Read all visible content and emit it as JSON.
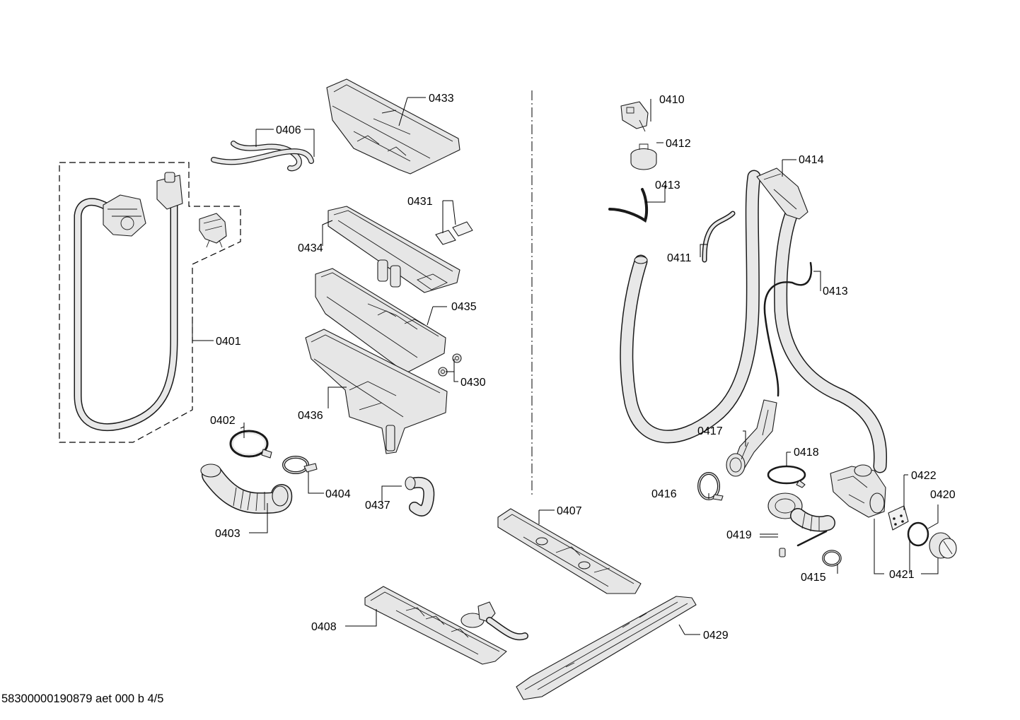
{
  "footer": {
    "doc_ref": "58300000190879 aet 000 b 4/5"
  },
  "labels": {
    "p0401": "0401",
    "p0402": "0402",
    "p0403": "0403",
    "p0404": "0404",
    "p0406": "0406",
    "p0407": "0407",
    "p0408": "0408",
    "p0410": "0410",
    "p0411": "0411",
    "p0412": "0412",
    "p0413a": "0413",
    "p0413b": "0413",
    "p0414": "0414",
    "p0415": "0415",
    "p0416": "0416",
    "p0417": "0417",
    "p0418": "0418",
    "p0419": "0419",
    "p0420": "0420",
    "p0421": "0421",
    "p0422": "0422",
    "p0429": "0429",
    "p0430": "0430",
    "p0431": "0431",
    "p0433": "0433",
    "p0434": "0434",
    "p0435": "0435",
    "p0436": "0436",
    "p0437": "0437"
  }
}
